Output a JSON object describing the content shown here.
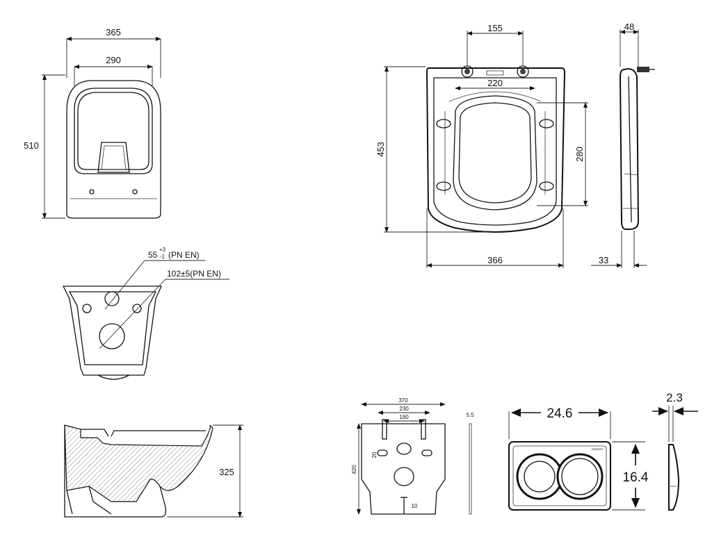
{
  "bowl_top": {
    "width_outer": "365",
    "width_inner": "290",
    "length": "510"
  },
  "bowl_back": {
    "drain_label": "55",
    "drain_tol_upper": "+3",
    "drain_tol_lower": "-1",
    "drain_std": "(PN EN)",
    "bolt_label": "102±5(PN EN)"
  },
  "bowl_side": {
    "height": "325"
  },
  "seat": {
    "hinge_spacing": "155",
    "inner_width": "220",
    "length": "453",
    "opening_length": "280",
    "width": "366"
  },
  "seat_side": {
    "top_thickness": "48",
    "bottom_thickness": "33"
  },
  "mount_plate": {
    "width": "370",
    "inner": "230",
    "holes": "180",
    "height": "420",
    "slot": "20",
    "slot2": "10",
    "thickness": "5.5"
  },
  "flush_plate": {
    "width": "24.6",
    "height": "16.4",
    "depth": "2.3",
    "brand": "GEBERIT"
  }
}
